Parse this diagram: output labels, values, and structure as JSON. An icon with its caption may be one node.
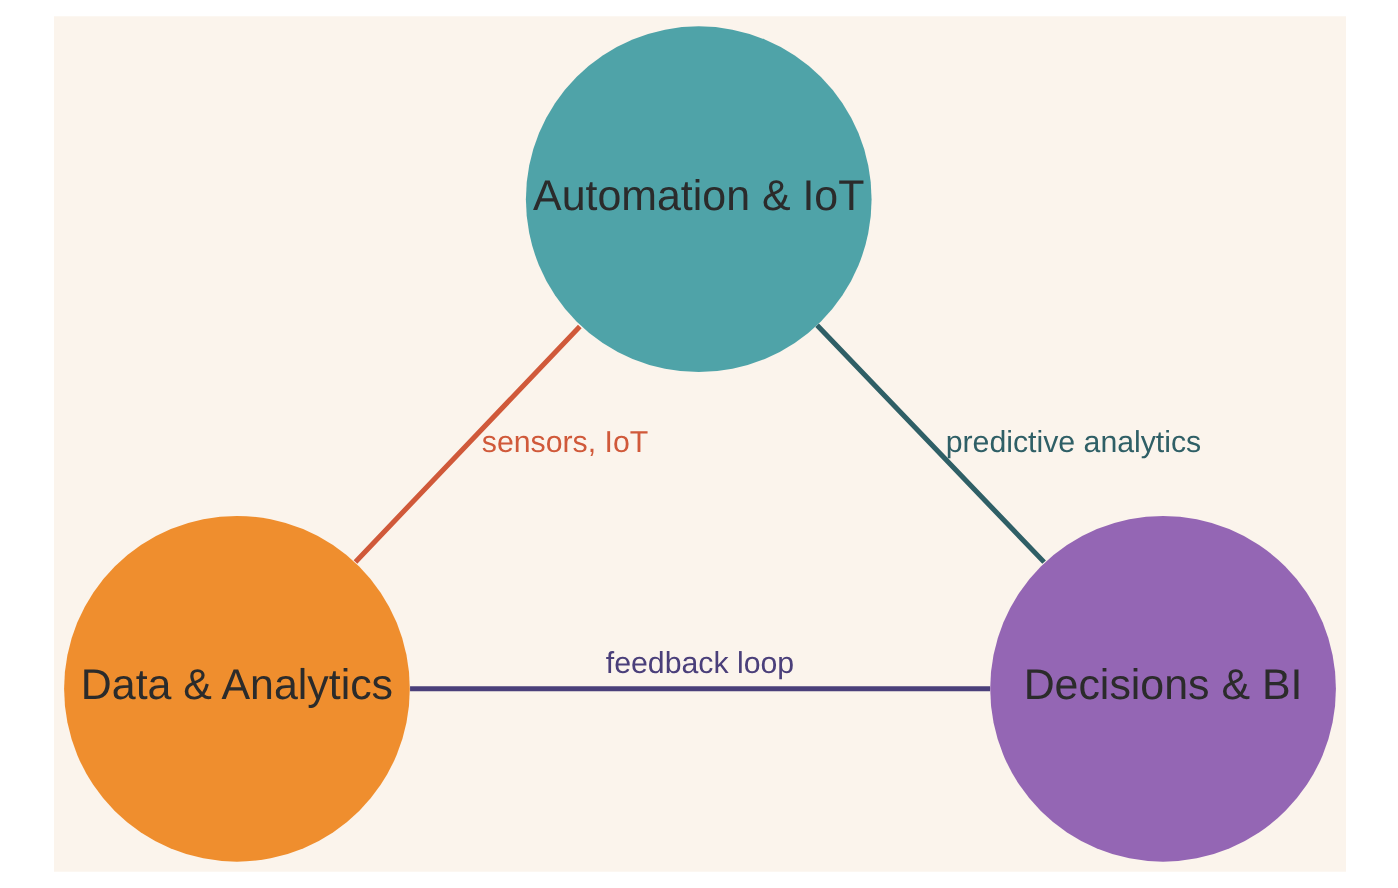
{
  "diagram": {
    "nodes": [
      {
        "text": [
          "Automation & IoT"
        ]
      },
      {
        "text": [
          "Data & Analytics"
        ]
      },
      {
        "text": [
          "Decisions & BI"
        ]
      }
    ],
    "edges": [
      {
        "from": 0,
        "to": 1,
        "arrow": "none",
        "label": "sensors, IoT",
        "color": "#d0593a"
      },
      {
        "from": 0,
        "to": 2,
        "arrow": "none",
        "label": "predictive analytics",
        "color": "#2f5f66"
      },
      {
        "from": 1,
        "to": 2,
        "arrow": "none",
        "label": "feedback loop",
        "color": "#4a3f7a"
      }
    ]
  }
}
